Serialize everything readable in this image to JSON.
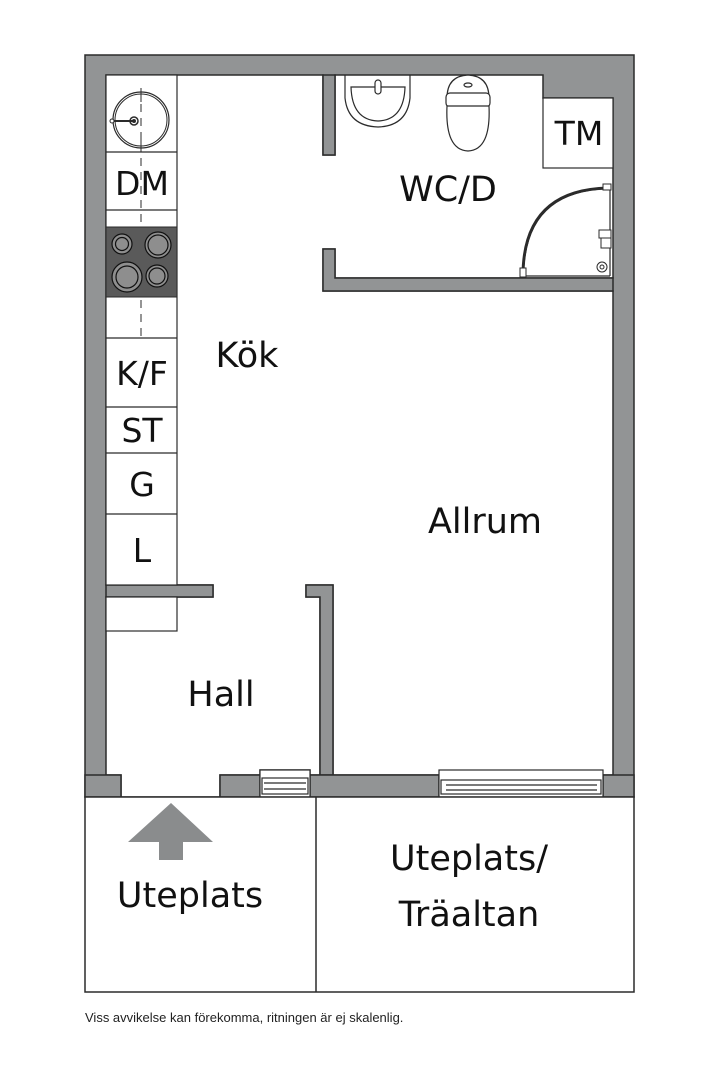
{
  "floorplan": {
    "colors": {
      "wall": "#929495",
      "wall_stroke": "#2b2b2b",
      "floor": "#ffffff",
      "stove": "#5a5a5a",
      "burner": "#8e8e8e",
      "arrow": "#8a8c8d"
    },
    "rooms": {
      "kitchen": "Kök",
      "bathroom": "WC/D",
      "living": "Allrum",
      "hall": "Hall",
      "patio_left": "Uteplats",
      "patio_right_line1": "Uteplats/",
      "patio_right_line2": "Träaltan"
    },
    "appliances": {
      "dishwasher": "DM",
      "fridge_freezer": "K/F",
      "storage": "ST",
      "wardrobe_g": "G",
      "wardrobe_l": "L",
      "washing_machine": "TM"
    },
    "icons": [
      "kitchen-sink-icon",
      "stove-icon",
      "washbasin-icon",
      "toilet-icon",
      "shower-icon",
      "entrance-arrow-icon",
      "window-icon"
    ]
  },
  "footer": {
    "disclaimer": "Viss avvikelse kan förekomma, ritningen är ej skalenlig."
  }
}
